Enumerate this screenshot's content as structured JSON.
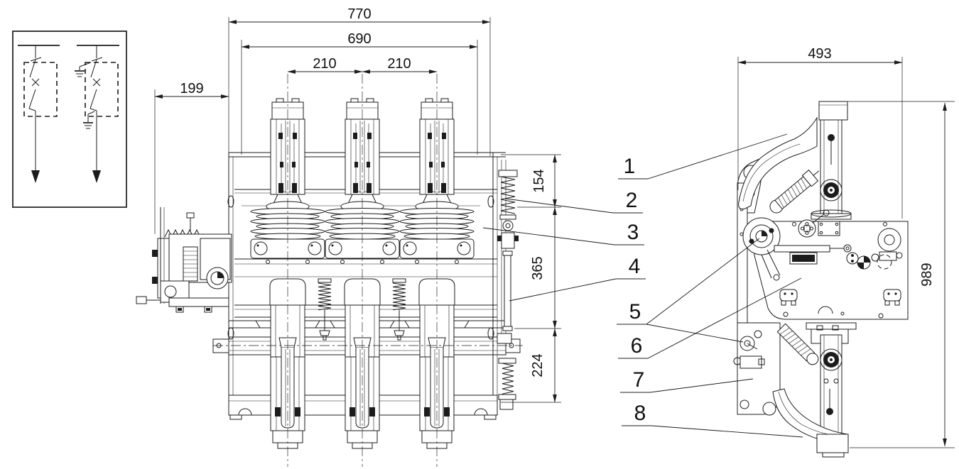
{
  "drawing": {
    "kind": "switchgear-outline-dimension-drawing",
    "views": {
      "inset": "single-line circuit symbols (switch-fuse unit without and with earthing switch)",
      "front_view": "three-pole vacuum switch front elevation",
      "side_view": "pole and operating mechanism side elevation"
    }
  },
  "dimensions": {
    "front_overall_width": "770",
    "front_frame_width": "690",
    "pole_pitch_left": "210",
    "pole_pitch_right": "210",
    "mechanism_offset": "199",
    "upper_section_height": "154",
    "middle_section_height": "365",
    "lower_section_height": "224",
    "side_width": "493",
    "side_height": "989"
  },
  "part_labels": [
    {
      "number": "1"
    },
    {
      "number": "2"
    },
    {
      "number": "3"
    },
    {
      "number": "4"
    },
    {
      "number": "5"
    },
    {
      "number": "6"
    },
    {
      "number": "7"
    },
    {
      "number": "8"
    }
  ]
}
